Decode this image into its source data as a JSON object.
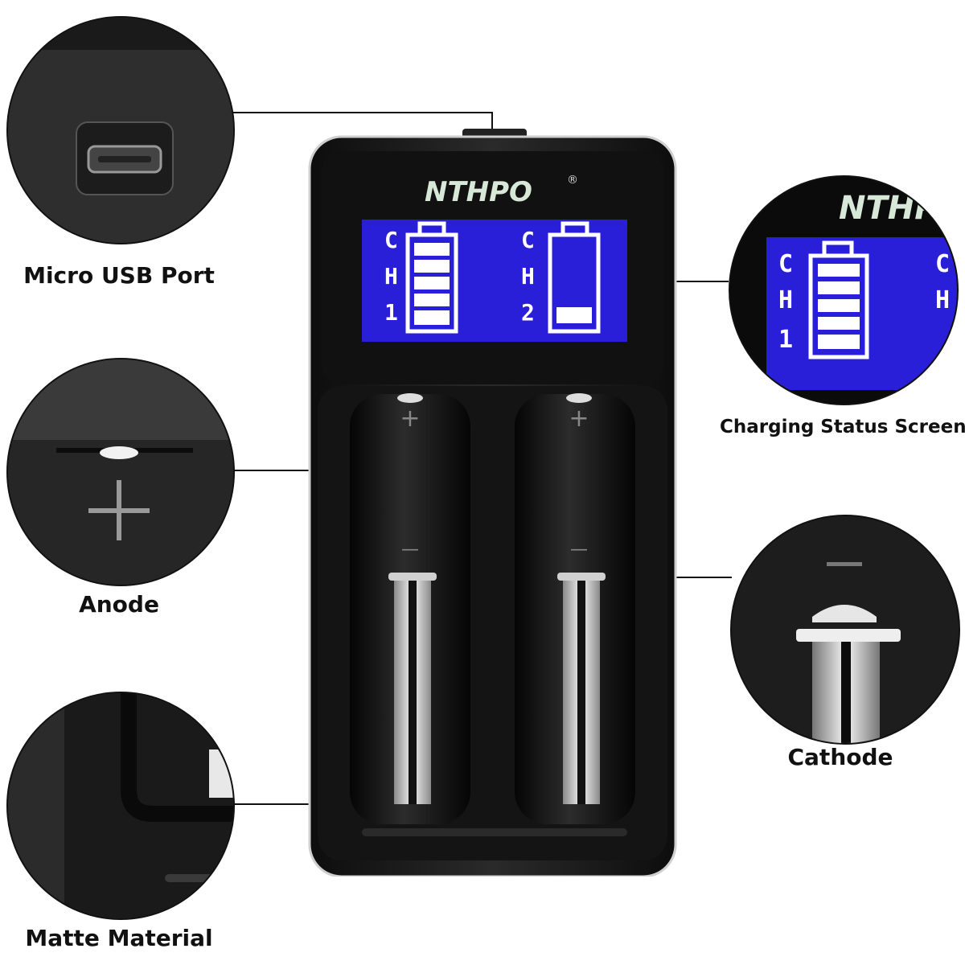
{
  "brand": "NTHPO",
  "brand_mark": "®",
  "callouts": {
    "usb": "Micro USB Port",
    "anode": "Anode",
    "matte": "Matte Material",
    "screen": "Charging Status Screen",
    "cathode": "Cathode"
  },
  "lcd": {
    "ch1": {
      "letters": [
        "C",
        "H",
        "1"
      ],
      "level": 1.0
    },
    "ch2": {
      "letters": [
        "C",
        "H",
        "2"
      ],
      "level": 0.2
    }
  },
  "slot_symbols": {
    "plus": "+",
    "minus": "—"
  },
  "colors": {
    "lcd_blue": "#2a1fd8",
    "body": "#1b1b1b",
    "accent": "#ffffff"
  }
}
